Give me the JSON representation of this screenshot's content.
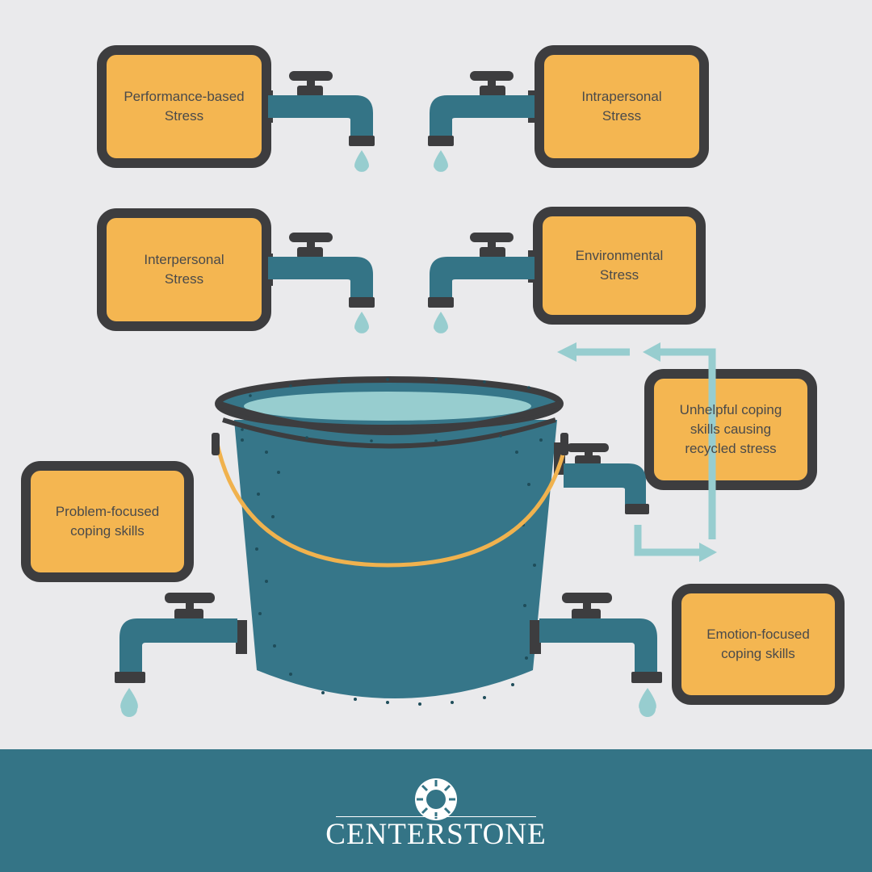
{
  "stress_sources": [
    {
      "id": "performance",
      "line1": "Performance-based",
      "line2": "Stress"
    },
    {
      "id": "intrapersonal",
      "line1": "Intrapersonal",
      "line2": "Stress"
    },
    {
      "id": "interpersonal",
      "line1": "Interpersonal",
      "line2": "Stress"
    },
    {
      "id": "environmental",
      "line1": "Environmental",
      "line2": "Stress"
    }
  ],
  "coping": {
    "unhelpful": {
      "line1": "Unhelpful coping",
      "line2": "skills causing",
      "line3": "recycled stress"
    },
    "problem": {
      "line1": "Problem-focused",
      "line2": "coping skills"
    },
    "emotion": {
      "line1": "Emotion-focused",
      "line2": "coping skills"
    }
  },
  "footer": {
    "brand": "CENTERSTONE"
  },
  "colors": {
    "background": "#eaeaec",
    "box_fill": "#f4b651",
    "box_border": "#3d3d3f",
    "faucet": "#347486",
    "bucket": "#367689",
    "water": "#97cdcf",
    "handle": "#f0b24e",
    "arrow": "#97cdcf",
    "footer": "#347486"
  }
}
